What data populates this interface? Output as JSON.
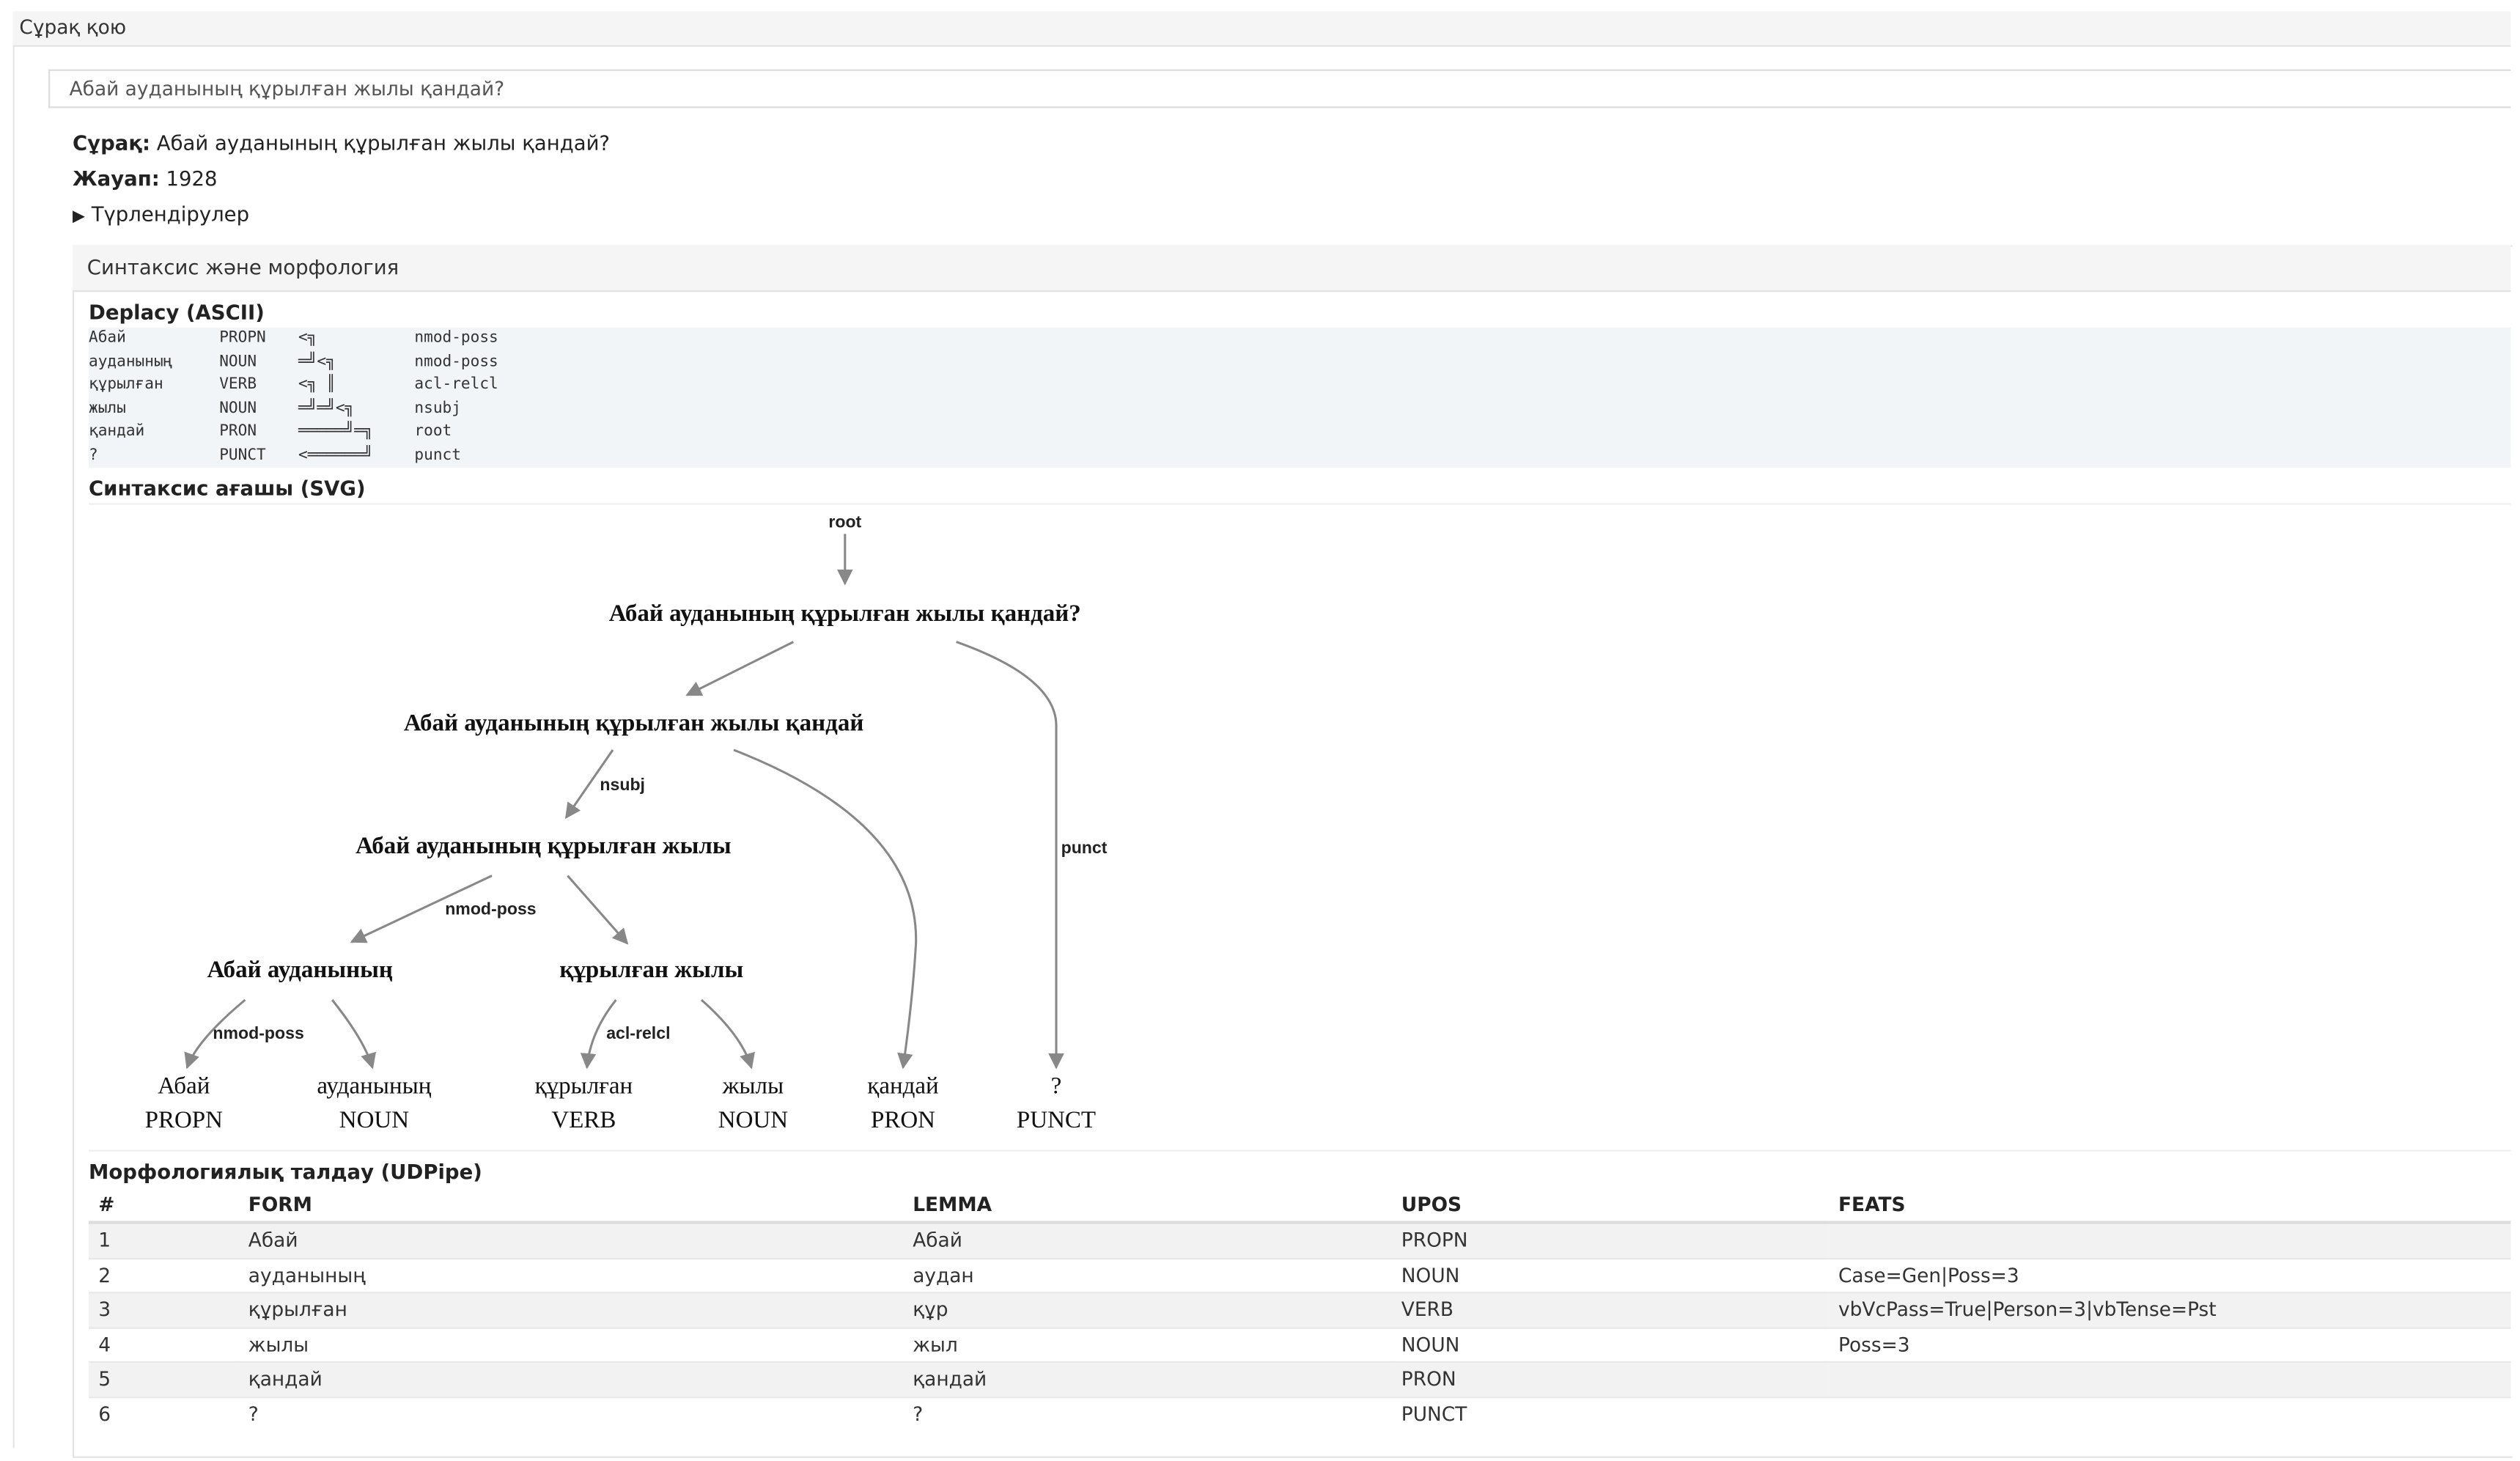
{
  "header": {
    "title": "Сұрақ қою"
  },
  "question_input": {
    "value": "Абай ауданының құрылған жылы қандай?"
  },
  "result": {
    "question_label": "Сұрақ:",
    "question_value": "Абай ауданының құрылған жылы қандай?",
    "answer_label": "Жауап:",
    "answer_value": "1928",
    "transforms_label": "Түрлендірулер"
  },
  "card": {
    "title": "Синтаксис және морфология",
    "deplacy_title": "Deplacy (ASCII)",
    "deplacy_rows": [
      {
        "form": "Абай",
        "upos": "PROPN",
        "arrows": "<╗",
        "rel": "nmod-poss"
      },
      {
        "form": "ауданының",
        "upos": "NOUN",
        "arrows": "═╝<╗",
        "rel": "nmod-poss"
      },
      {
        "form": "құрылған",
        "upos": "VERB",
        "arrows": "<╗ ║",
        "rel": "acl-relcl"
      },
      {
        "form": "жылы",
        "upos": "NOUN",
        "arrows": "═╝═╝<╗",
        "rel": "nsubj"
      },
      {
        "form": "қандай",
        "upos": "PRON",
        "arrows": "═════╝═╗",
        "rel": "root"
      },
      {
        "form": "?",
        "upos": "PUNCT",
        "arrows": "<══════╝",
        "rel": "punct"
      }
    ],
    "tree_title": "Синтаксис ағашы (SVG)",
    "tree": {
      "root_label": "root",
      "nodes": {
        "n0": "Абай ауданының құрылған жылы қандай?",
        "n1": "Абай ауданының құрылған жылы қандай",
        "n2": "Абай ауданының құрылған жылы",
        "n3": "Абай ауданының",
        "n4": "құрылған жылы"
      },
      "leaves": [
        {
          "form": "Абай",
          "upos": "PROPN"
        },
        {
          "form": "ауданының",
          "upos": "NOUN"
        },
        {
          "form": "құрылған",
          "upos": "VERB"
        },
        {
          "form": "жылы",
          "upos": "NOUN"
        },
        {
          "form": "қандай",
          "upos": "PRON"
        },
        {
          "form": "?",
          "upos": "PUNCT"
        }
      ],
      "edge_labels": {
        "punct": "punct",
        "nsubj": "nsubj",
        "nmod1": "nmod-poss",
        "nmod2": "nmod-poss",
        "acl": "acl-relcl"
      }
    },
    "morph_title": "Морфологиялық талдау (UDPipe)",
    "morph_headers": [
      "#",
      "FORM",
      "LEMMA",
      "UPOS",
      "FEATS"
    ],
    "morph_rows": [
      [
        "1",
        "Абай",
        "Абай",
        "PROPN",
        ""
      ],
      [
        "2",
        "ауданының",
        "аудан",
        "NOUN",
        "Case=Gen|Poss=3"
      ],
      [
        "3",
        "құрылған",
        "құр",
        "VERB",
        "vbVcPass=True|Person=3|vbTense=Pst"
      ],
      [
        "4",
        "жылы",
        "жыл",
        "NOUN",
        "Poss=3"
      ],
      [
        "5",
        "қандай",
        "қандай",
        "PRON",
        ""
      ],
      [
        "6",
        "?",
        "?",
        "PUNCT",
        ""
      ]
    ]
  },
  "colors": {
    "edge": "#888888",
    "panel": "#f5f5f5",
    "ascii_bg": "#f2f5f8"
  }
}
